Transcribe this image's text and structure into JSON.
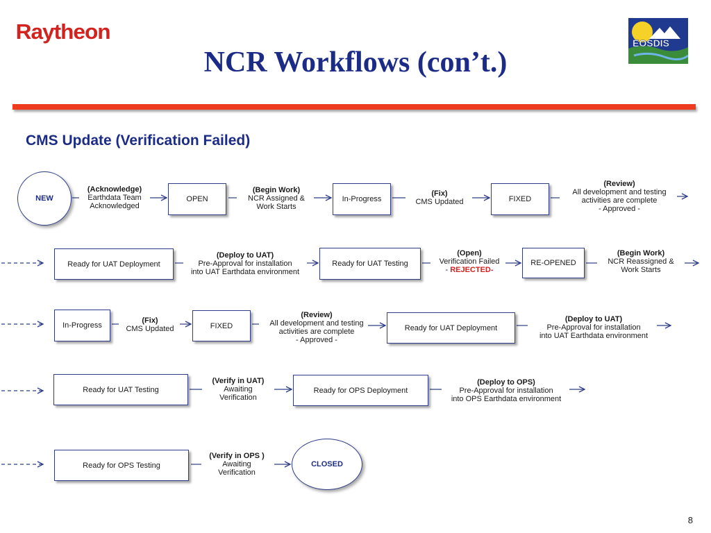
{
  "header": {
    "logo_text": "Raytheon",
    "eosdis_logo_text": "EOSDIS",
    "title": "NCR Workflows (con’t.)"
  },
  "subtitle": "CMS Update (Verification Failed)",
  "page_number": "8",
  "colors": {
    "title": "#1c2c86",
    "accent": "#ee3a1d",
    "rejected": "#d2231f"
  },
  "row1": {
    "new": "NEW",
    "t1": {
      "head": "(Acknowledge)",
      "l1": "Earthdata Team",
      "l2": "Acknowledged"
    },
    "open": "OPEN",
    "t2": {
      "head": "(Begin Work)",
      "l1": "NCR  Assigned &",
      "l2": "Work Starts"
    },
    "inprogress": "In-Progress",
    "t3": {
      "head": "(Fix)",
      "l1": "CMS Updated"
    },
    "fixed": "FIXED",
    "t4": {
      "head": "(Review)",
      "l1": "All development and testing",
      "l2": "activities are complete",
      "l3": "- Approved -"
    }
  },
  "row2": {
    "uat_deploy": "Ready for UAT Deployment",
    "t1": {
      "head": "(Deploy to UAT)",
      "l1": "Pre-Approval for installation",
      "l2": "into UAT Earthdata environment"
    },
    "uat_testing": "Ready for UAT Testing",
    "t2": {
      "head": "(Open)",
      "l1": "Verification Failed",
      "dash": "- ",
      "rejected": "REJECTED-"
    },
    "reopened": "RE-OPENED",
    "t3": {
      "head": "(Begin Work)",
      "l1": "NCR  Reassigned &",
      "l2": "Work Starts"
    }
  },
  "row3": {
    "inprogress": "In-Progress",
    "t1": {
      "head": "(Fix)",
      "l1": "CMS Updated"
    },
    "fixed": "FIXED",
    "t2": {
      "head": "(Review)",
      "l1": "All development and testing",
      "l2": "activities are complete",
      "l3": "- Approved -"
    },
    "uat_deploy": "Ready for UAT Deployment",
    "t3": {
      "head": "(Deploy to UAT)",
      "l1": "Pre-Approval for installation",
      "l2": "into UAT Earthdata environment"
    }
  },
  "row4": {
    "uat_testing": "Ready for UAT Testing",
    "t1": {
      "head": "(Verify in UAT)",
      "l1": "Awaiting",
      "l2": "Verification"
    },
    "ops_deploy": "Ready for OPS Deployment",
    "t2": {
      "head": "(Deploy to OPS)",
      "l1": "Pre-Approval for installation",
      "l2": "into OPS Earthdata environment"
    }
  },
  "row5": {
    "ops_testing": "Ready for OPS Testing",
    "t1": {
      "head": "(Verify in OPS )",
      "l1": "Awaiting",
      "l2": "Verification"
    },
    "closed": "CLOSED"
  }
}
